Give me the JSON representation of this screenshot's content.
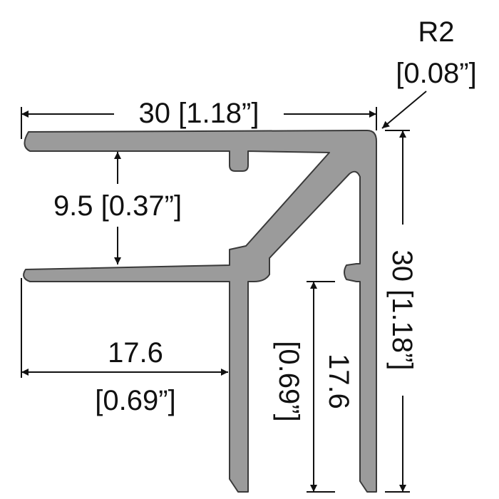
{
  "drawing": {
    "profile_fill": "#9b9b9b",
    "profile_stroke": "#3a3a3a",
    "dimensions": {
      "top_width": "30 [1.18”]",
      "radius_line1": "R2",
      "radius_line2": "[0.08”]",
      "flange_gap": "9.5 [0.37”]",
      "bottom_width_line1": "17.6",
      "bottom_width_line2": "[0.69”]",
      "right_height": "30 [1.18”]",
      "leg_height_line1": "17.6",
      "leg_height_line2": "[0.69”]"
    }
  }
}
